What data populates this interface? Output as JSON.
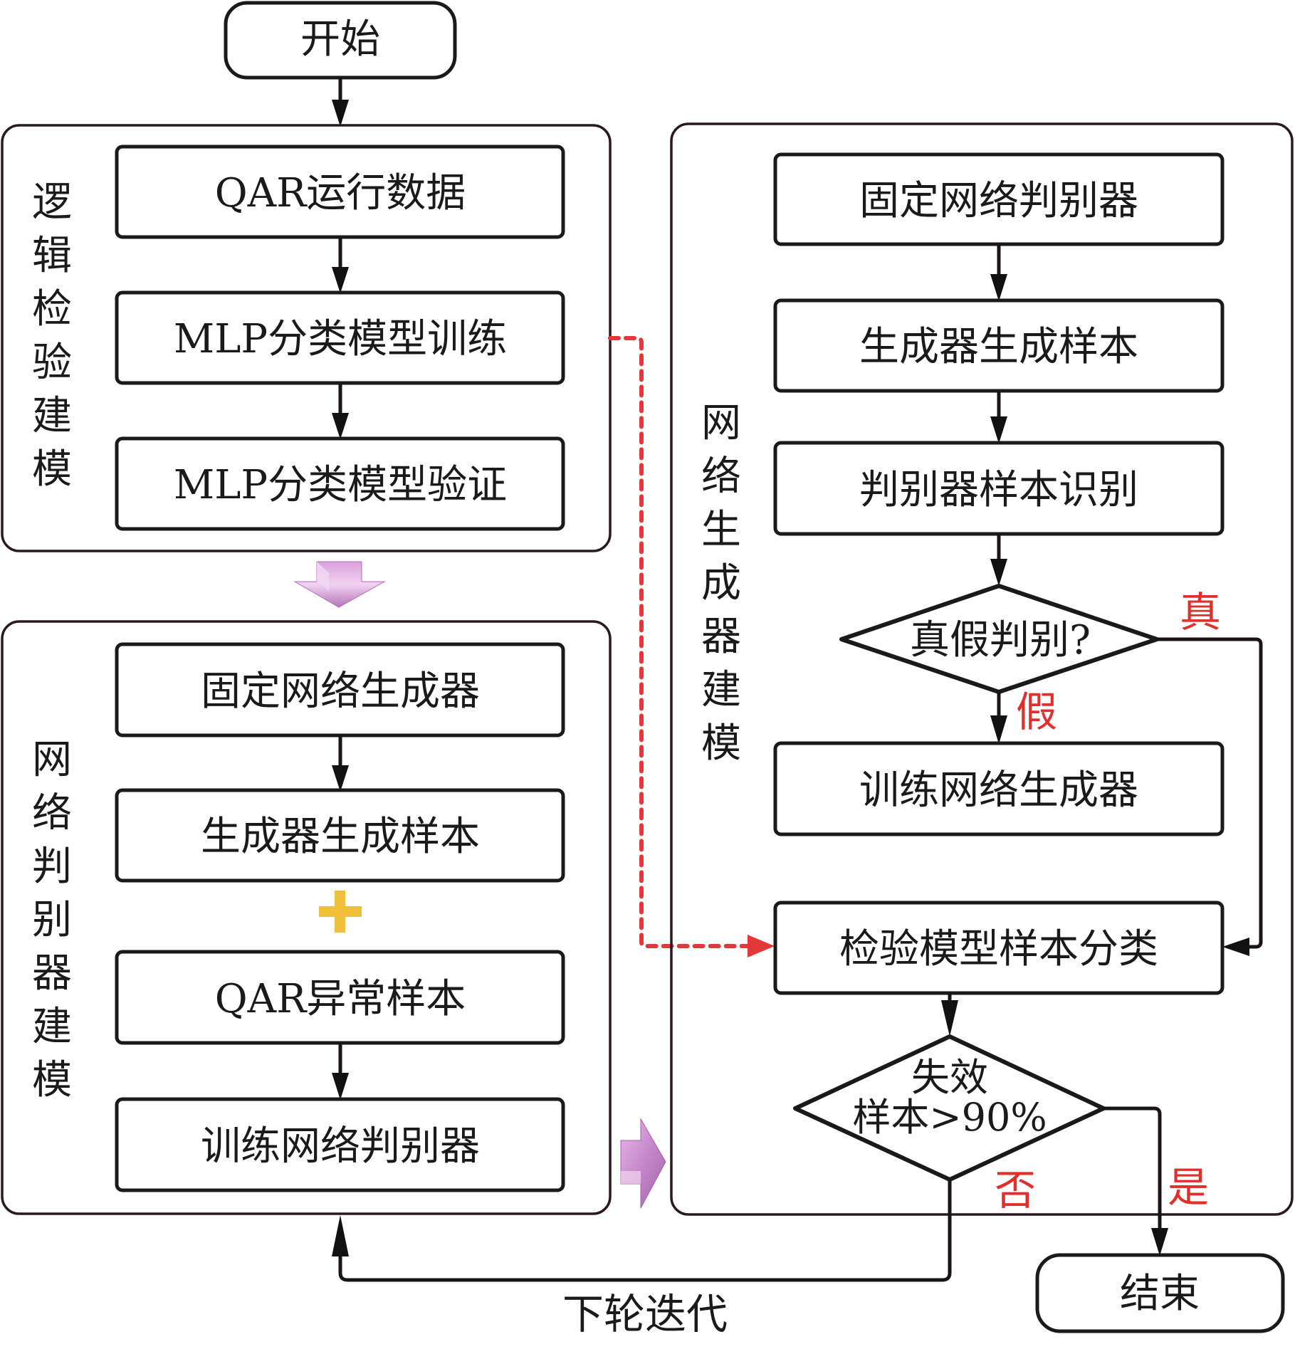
{
  "terminals": {
    "start": "开始",
    "end": "结束"
  },
  "groups": {
    "logic": {
      "label": [
        "逻",
        "辑",
        "检",
        "验",
        "建",
        "模"
      ],
      "steps": [
        "QAR运行数据",
        "MLP分类模型训练",
        "MLP分类模型验证"
      ]
    },
    "discriminator": {
      "label": [
        "网",
        "络",
        "判",
        "别",
        "器",
        "建",
        "模"
      ],
      "steps": [
        "固定网络生成器",
        "生成器生成样本",
        "QAR异常样本",
        "训练网络判别器"
      ],
      "combine_symbol": "+"
    },
    "generator": {
      "label": [
        "网",
        "络",
        "生",
        "成",
        "器",
        "建",
        "模"
      ],
      "steps": [
        "固定网络判别器",
        "生成器生成样本",
        "判别器样本识别"
      ],
      "decision": "真假判别?",
      "true_label": "真",
      "false_label": "假",
      "train_step": "训练网络生成器",
      "verify_step": "检验模型样本分类",
      "final_decision_line1": "失效",
      "final_decision_line2": "样本>90%",
      "yes_label": "是",
      "no_label": "否"
    }
  },
  "loop_label": "下轮迭代",
  "colors": {
    "line": "#1a1416",
    "accent_red": "#e3383a",
    "plus_yellow": "#f0c03c",
    "arrow_purple": "#c98ccd"
  }
}
